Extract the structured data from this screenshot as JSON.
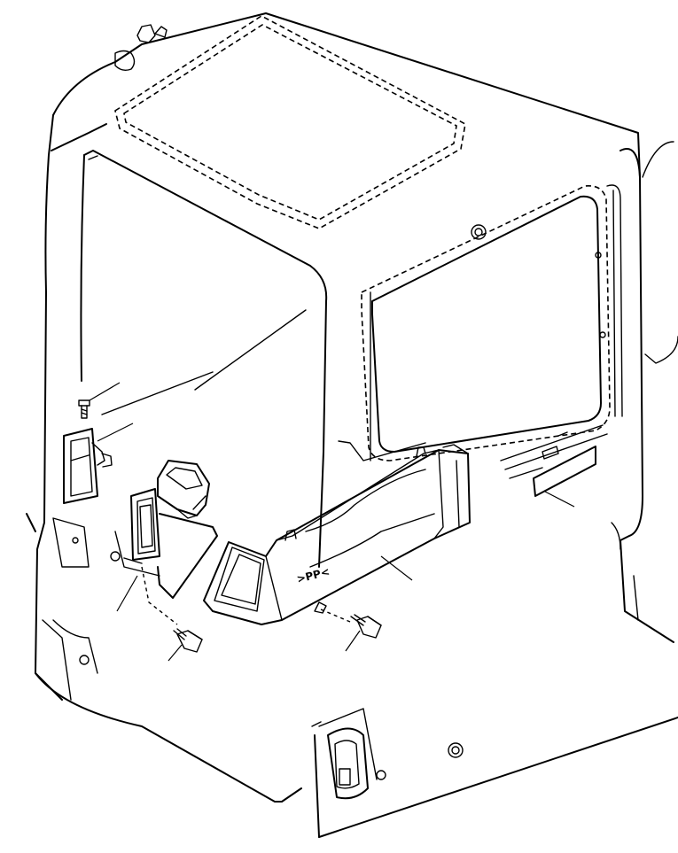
{
  "diagram": {
    "material_mark": ">PP<",
    "colors": {
      "line": "#000000",
      "background": "#ffffff"
    },
    "parts": [
      {
        "id": "bolt-top"
      },
      {
        "id": "vent-nozzle-left"
      },
      {
        "id": "duct-elbow"
      },
      {
        "id": "duct-bracket"
      },
      {
        "id": "bolt-bottom-left"
      },
      {
        "id": "main-air-duct"
      },
      {
        "id": "bolt-bottom-right"
      },
      {
        "id": "label-plate"
      }
    ]
  }
}
